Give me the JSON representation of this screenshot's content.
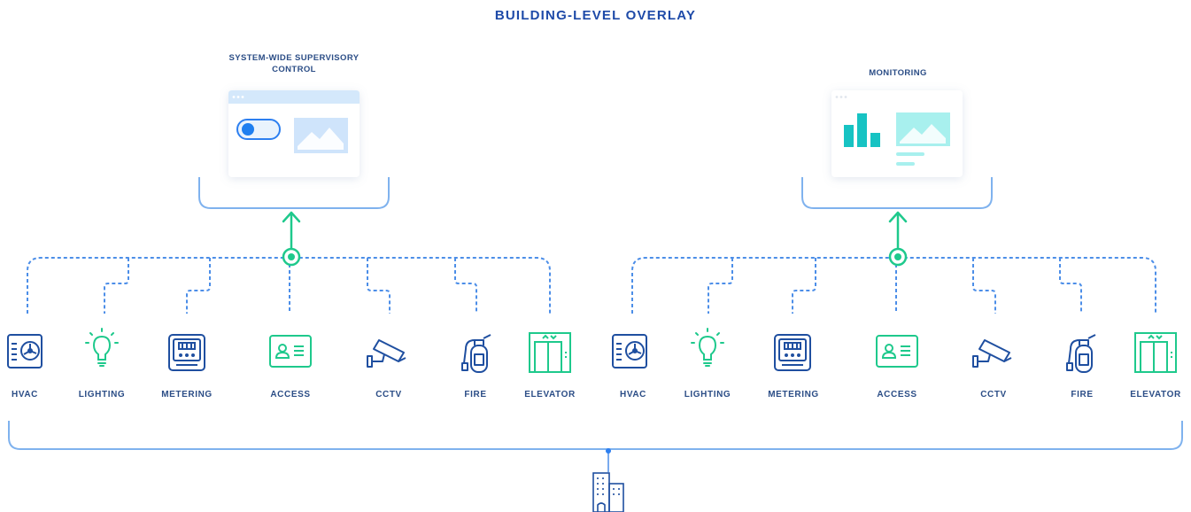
{
  "title": "BUILDING-LEVEL OVERLAY",
  "panels": [
    {
      "title": "SYSTEM-WIDE SUPERVISORY CONTROL",
      "kind": "control"
    },
    {
      "title": "MONITORING",
      "kind": "monitoring"
    }
  ],
  "devices": [
    {
      "label": "HVAC",
      "icon": "hvac-icon"
    },
    {
      "label": "LIGHTING",
      "icon": "lightbulb-icon"
    },
    {
      "label": "METERING",
      "icon": "meter-icon"
    },
    {
      "label": "ACCESS",
      "icon": "access-card-icon"
    },
    {
      "label": "CCTV",
      "icon": "cctv-camera-icon"
    },
    {
      "label": "FIRE",
      "icon": "fire-extinguisher-icon"
    },
    {
      "label": "ELEVATOR",
      "icon": "elevator-icon"
    },
    {
      "label": "HVAC",
      "icon": "hvac-icon"
    },
    {
      "label": "LIGHTING",
      "icon": "lightbulb-icon"
    },
    {
      "label": "METERING",
      "icon": "meter-icon"
    },
    {
      "label": "ACCESS",
      "icon": "access-card-icon"
    },
    {
      "label": "CCTV",
      "icon": "cctv-camera-icon"
    },
    {
      "label": "FIRE",
      "icon": "fire-extinguisher-icon"
    },
    {
      "label": "ELEVATOR",
      "icon": "elevator-icon"
    }
  ],
  "base_icon": "building-icon",
  "colors": {
    "title": "#1e4aa8",
    "label": "#2b4d86",
    "dashed_line": "#4c8ee8",
    "panel_bracket": "#7fb2ee",
    "green": "#1ec98c",
    "blue_icon": "#1f4fa0",
    "teal_icon": "#17c3c3",
    "light_blue_icon": "#5aa7ec"
  }
}
